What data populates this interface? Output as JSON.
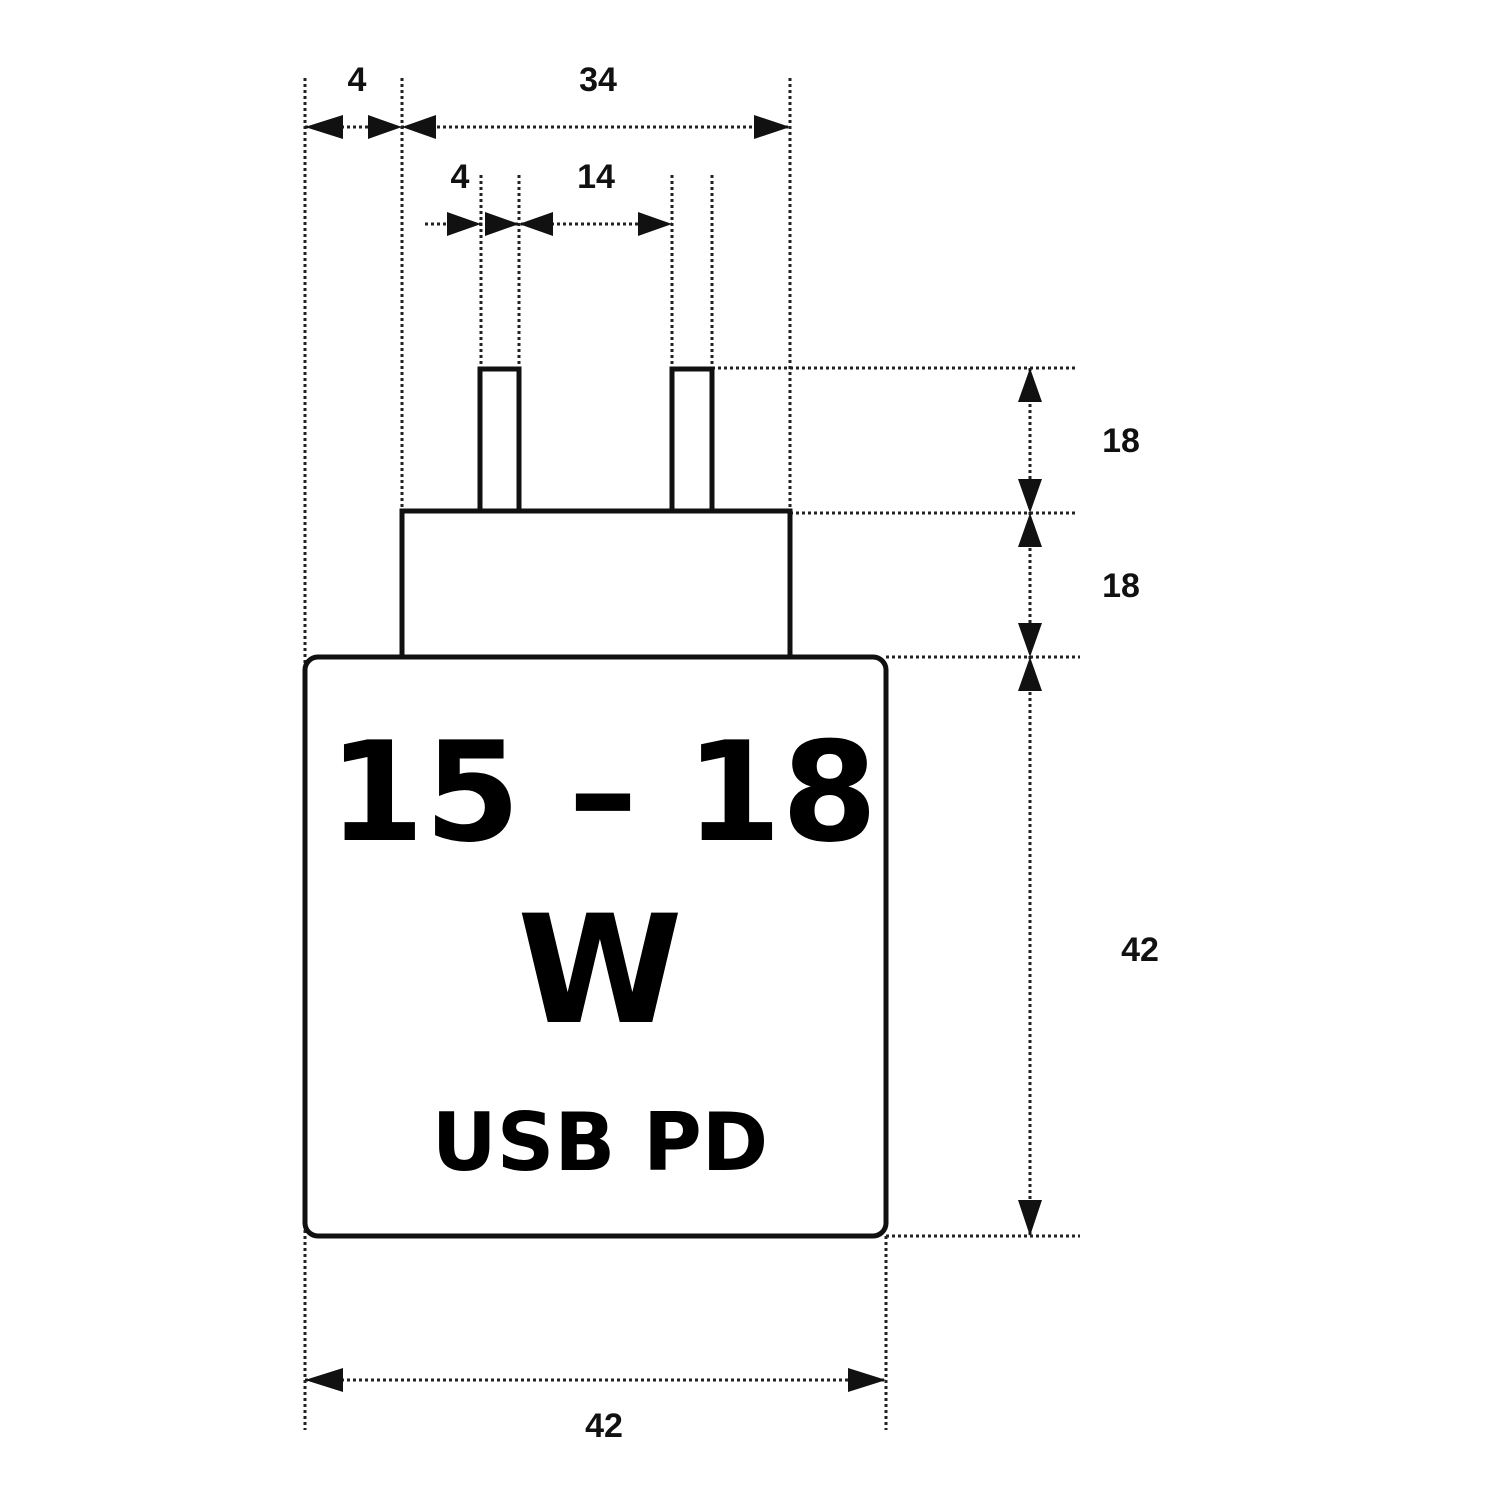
{
  "dimensions": {
    "base_offset": "4",
    "body_width": "34",
    "pin_width": "4",
    "pin_spacing": "14",
    "pin_height": "18",
    "neck_height": "18",
    "base_height": "42",
    "base_width": "42"
  },
  "label": {
    "power": "15 – 18",
    "unit": "W",
    "protocol": "USB PD"
  }
}
